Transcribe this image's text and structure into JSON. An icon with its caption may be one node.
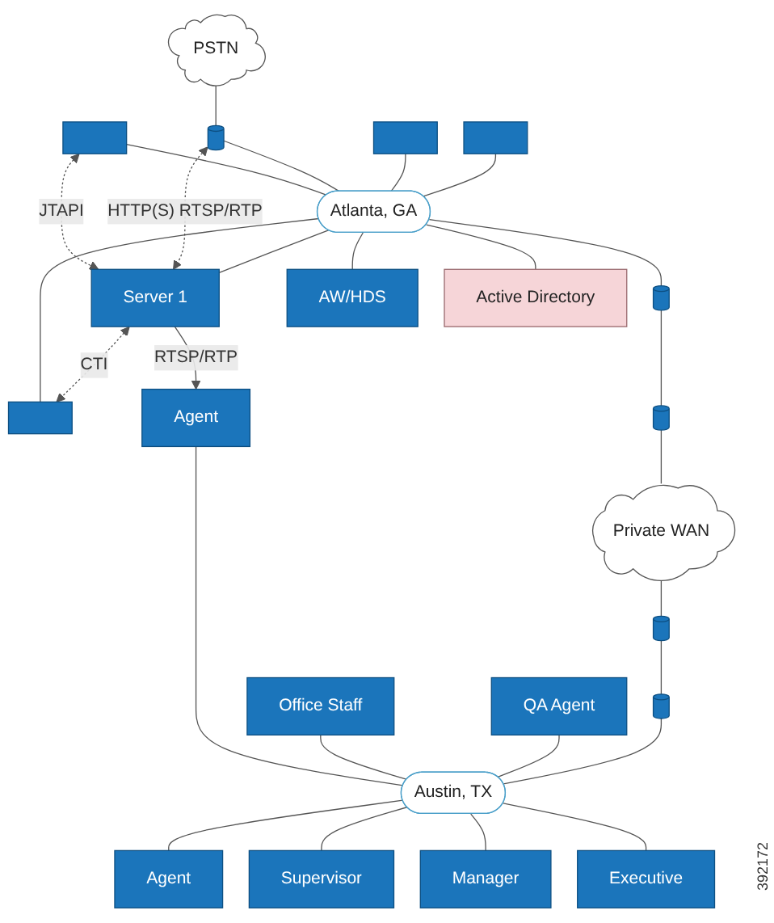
{
  "diagram": {
    "nodes": [
      {
        "text": [
          "PSTN"
        ]
      },
      {
        "text": [],
        "shape": "box"
      },
      {
        "text": [],
        "shape": "cylinder"
      },
      {
        "text": [],
        "shape": "box"
      },
      {
        "text": [],
        "shape": "box"
      },
      {
        "text": [
          "Atlanta, GA"
        ]
      },
      {
        "text": [
          "Server 1"
        ]
      },
      {
        "text": [],
        "shape": "box"
      },
      {
        "text": [],
        "shape": "cylinder"
      },
      {
        "text": [],
        "shape": "cylinder"
      },
      {
        "text": [
          "AW/HDS"
        ]
      },
      {
        "text": [
          "Active Directory"
        ]
      },
      {
        "text": [
          "Private WAN"
        ]
      },
      {
        "text": [],
        "shape": "cylinder"
      },
      {
        "text": [],
        "shape": "cylinder"
      },
      {
        "text": [
          "Agent"
        ]
      },
      {
        "text": [
          "Office Staff"
        ]
      },
      {
        "text": [
          "QA Agent"
        ]
      },
      {
        "text": [
          "Austin, TX"
        ]
      },
      {
        "text": [
          "Agent"
        ]
      },
      {
        "text": [
          "Supervisor"
        ]
      },
      {
        "text": [
          "Manager"
        ]
      },
      {
        "text": [
          "Executive"
        ]
      }
    ],
    "edges": [
      {
        "from": 0,
        "to": 2,
        "arrow": "none"
      },
      {
        "from": 1,
        "to": 5,
        "arrow": "none"
      },
      {
        "from": 2,
        "to": 5,
        "arrow": "none"
      },
      {
        "from": 3,
        "to": 5,
        "arrow": "none"
      },
      {
        "from": 4,
        "to": 5,
        "arrow": "none"
      },
      {
        "from": 1,
        "to": 6,
        "arrow": "both",
        "label": "JTAPI",
        "style": "dashed"
      },
      {
        "from": 2,
        "to": 6,
        "arrow": "both",
        "label": "HTTP(S) RTSP/RTP",
        "style": "dashed"
      },
      {
        "from": 5,
        "to": 6,
        "arrow": "none"
      },
      {
        "from": 5,
        "to": 7,
        "arrow": "none"
      },
      {
        "from": 6,
        "to": 7,
        "arrow": "both",
        "label": "CTI",
        "style": "dashed"
      },
      {
        "from": 5,
        "to": 8,
        "arrow": "none"
      },
      {
        "from": 5,
        "to": 10,
        "arrow": "none"
      },
      {
        "from": 5,
        "to": 11,
        "arrow": "none"
      },
      {
        "from": 8,
        "to": 9,
        "arrow": "none"
      },
      {
        "from": 9,
        "to": 12,
        "arrow": "none"
      },
      {
        "from": 6,
        "to": 15,
        "arrow": "to",
        "label": "RTSP/RTP"
      },
      {
        "from": 12,
        "to": 13,
        "arrow": "none"
      },
      {
        "from": 13,
        "to": 14,
        "arrow": "none"
      },
      {
        "from": 15,
        "to": 18,
        "arrow": "none"
      },
      {
        "from": 16,
        "to": 18,
        "arrow": "none"
      },
      {
        "from": 17,
        "to": 18,
        "arrow": "none"
      },
      {
        "from": 14,
        "to": 18,
        "arrow": "none"
      },
      {
        "from": 18,
        "to": 19,
        "arrow": "none"
      },
      {
        "from": 18,
        "to": 20,
        "arrow": "none"
      },
      {
        "from": 18,
        "to": 21,
        "arrow": "none"
      },
      {
        "from": 18,
        "to": 22,
        "arrow": "none"
      }
    ],
    "labels": [
      "392172"
    ]
  }
}
